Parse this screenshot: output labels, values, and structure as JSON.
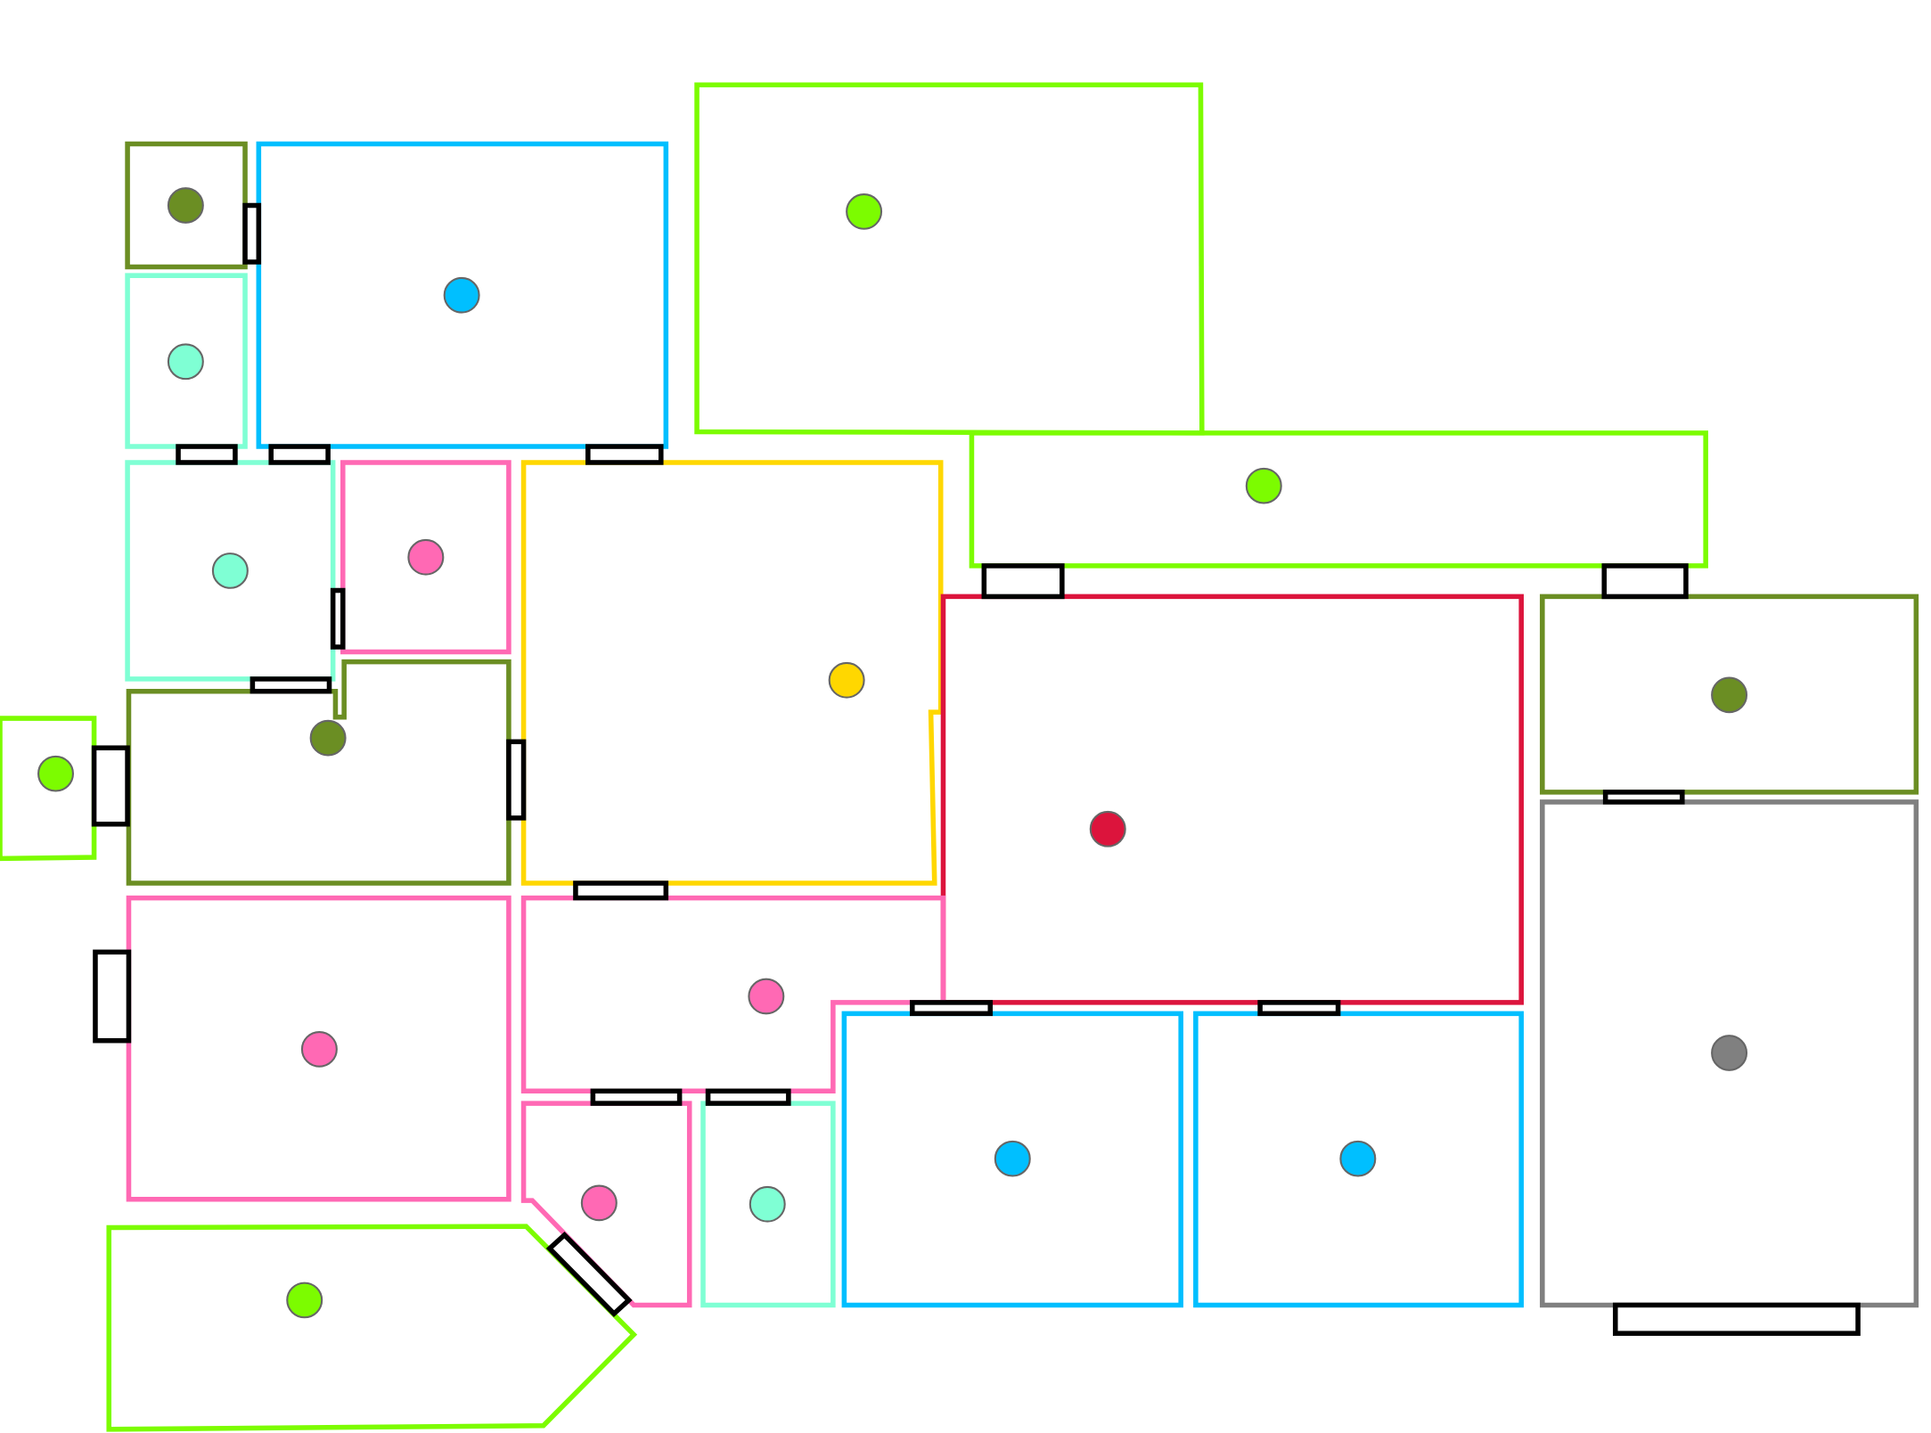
{
  "palette": {
    "lime": "#7CFC00",
    "olive": "#6B8E23",
    "aquamarine": "#7FFFD4",
    "deepskyblue": "#00BFFF",
    "hotpink": "#FF69B4",
    "gold": "#FFD700",
    "crimson": "#DC143C",
    "gray": "#808080",
    "door": "#000000"
  },
  "rooms": [
    {
      "id": "room-1",
      "color": "olive"
    },
    {
      "id": "room-2",
      "color": "deepskyblue"
    },
    {
      "id": "room-3",
      "color": "aquamarine"
    },
    {
      "id": "room-4",
      "color": "lime"
    },
    {
      "id": "room-5",
      "color": "lime"
    },
    {
      "id": "room-6",
      "color": "aquamarine"
    },
    {
      "id": "room-7",
      "color": "hotpink"
    },
    {
      "id": "room-8",
      "color": "gold"
    },
    {
      "id": "room-9",
      "color": "olive"
    },
    {
      "id": "room-10",
      "color": "lime"
    },
    {
      "id": "room-11",
      "color": "crimson"
    },
    {
      "id": "room-12",
      "color": "olive"
    },
    {
      "id": "room-13",
      "color": "gray"
    },
    {
      "id": "room-14",
      "color": "hotpink"
    },
    {
      "id": "room-15",
      "color": "hotpink"
    },
    {
      "id": "room-16",
      "color": "hotpink"
    },
    {
      "id": "room-17",
      "color": "aquamarine"
    },
    {
      "id": "room-18",
      "color": "deepskyblue"
    },
    {
      "id": "room-19",
      "color": "deepskyblue"
    },
    {
      "id": "room-20",
      "color": "lime"
    }
  ]
}
